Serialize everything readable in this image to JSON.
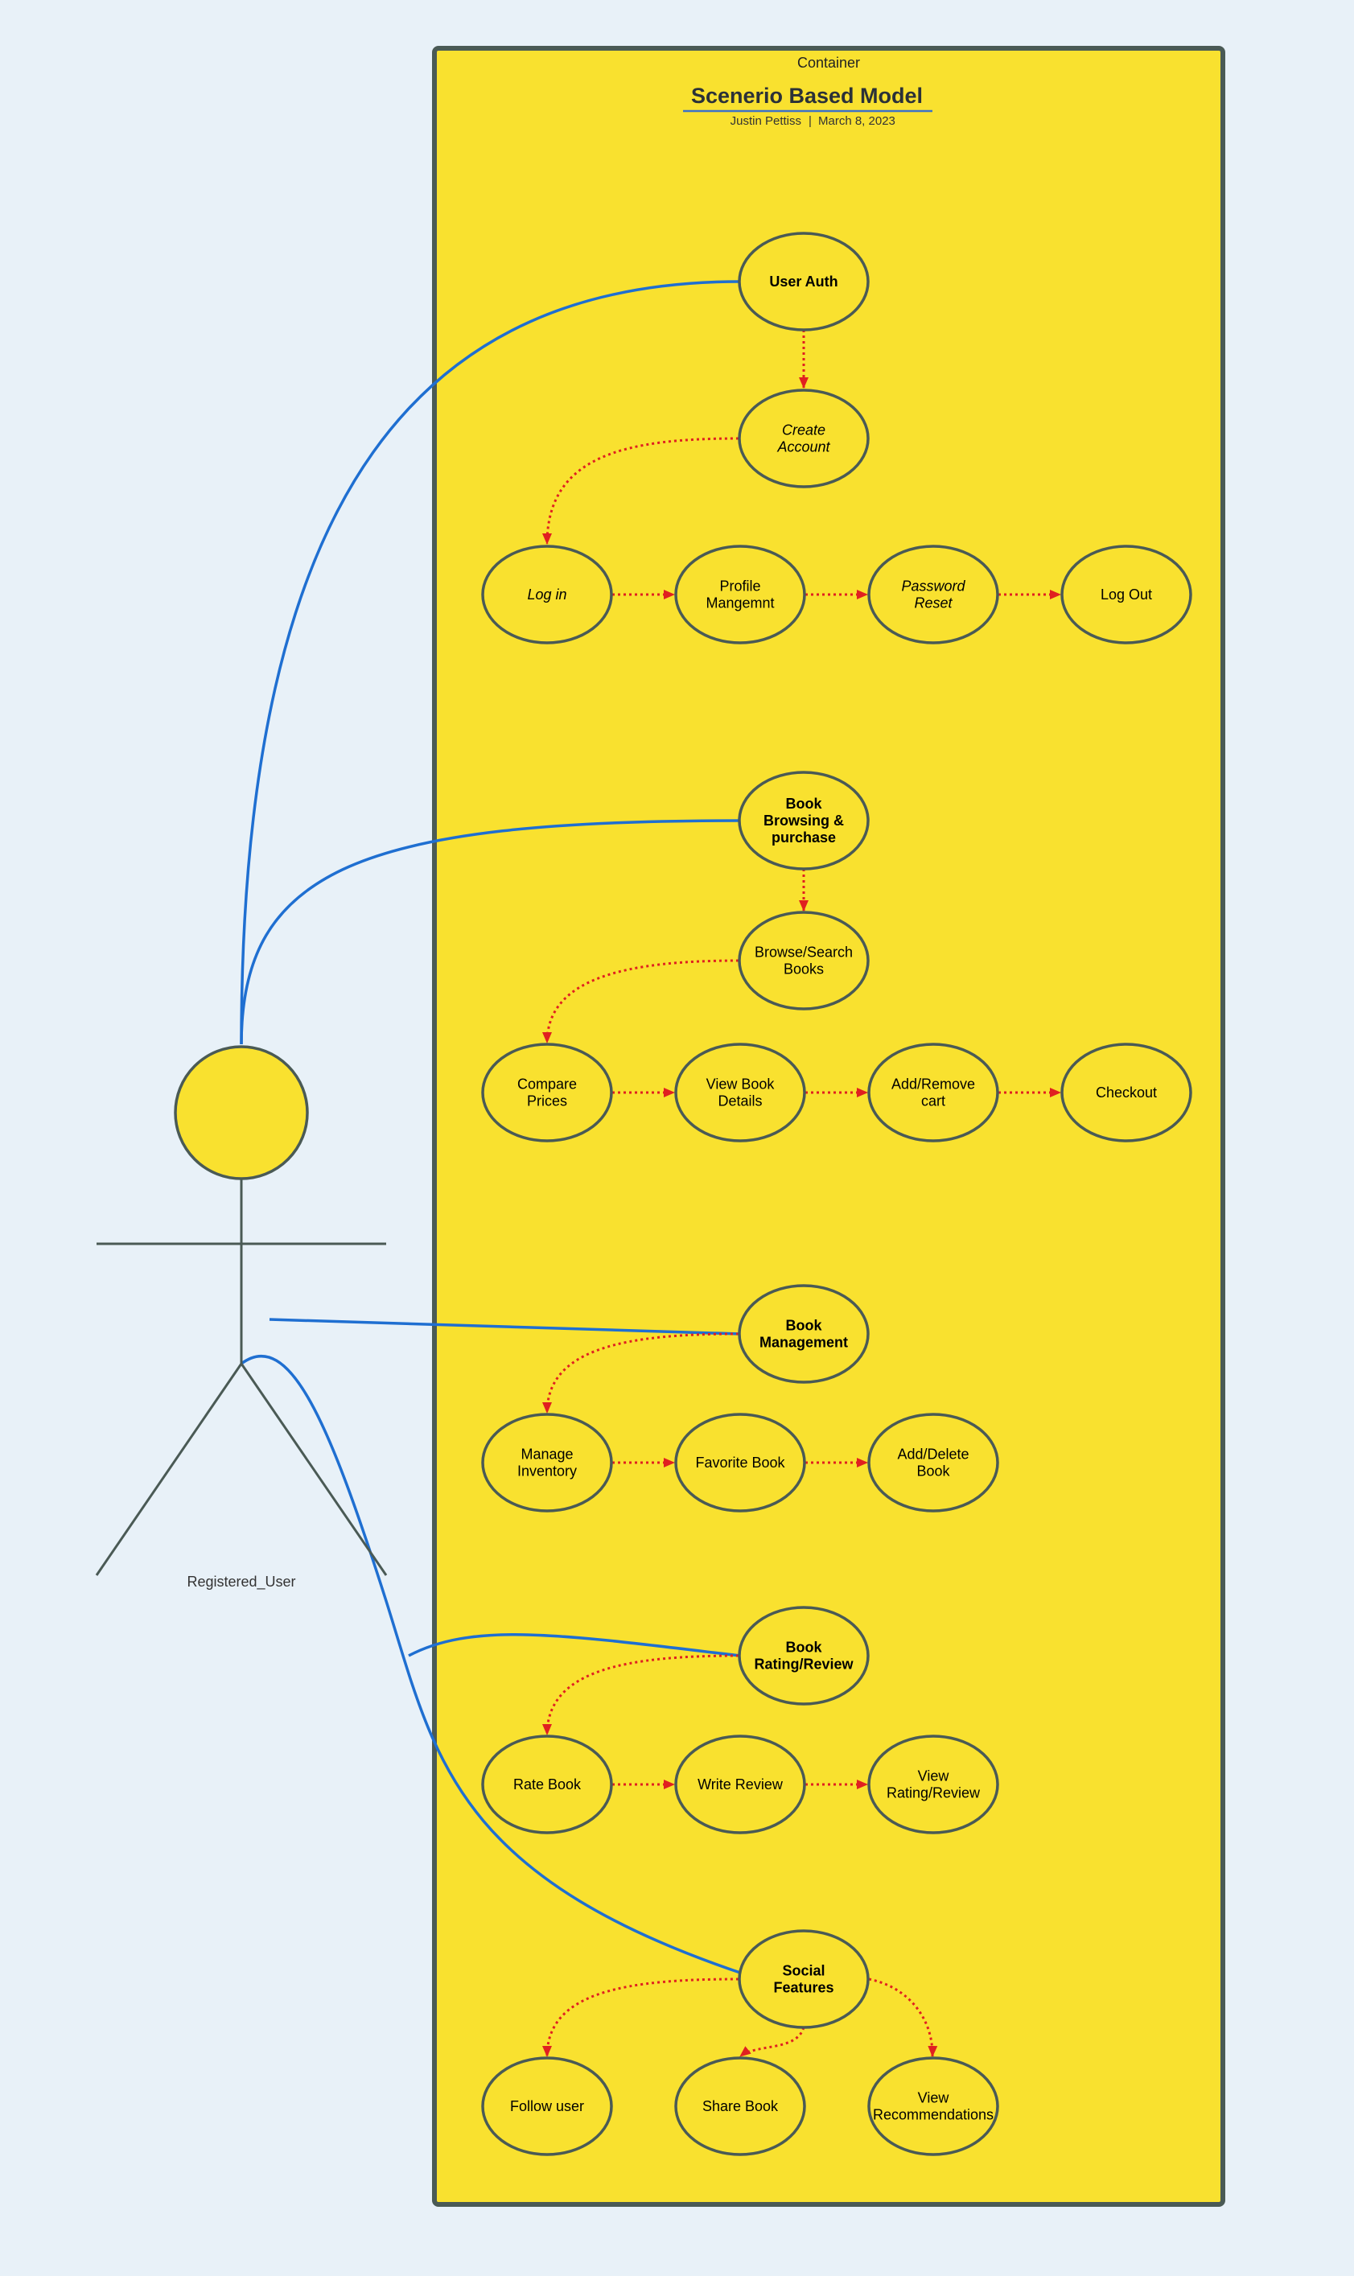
{
  "container": {
    "label": "Container",
    "title": "Scenerio Based Model",
    "author": "Justin Pettiss",
    "date": "March 8, 2023"
  },
  "actor": {
    "label": "Registered_User"
  },
  "colors": {
    "background": "#e8f1f8",
    "container_fill": "#f9e12f",
    "container_border": "#4a5a55",
    "association": "#1f6fd1",
    "include_arrow": "#e02020",
    "outline": "#4a5a55"
  },
  "use_cases": {
    "user_auth": {
      "lines": [
        "User Auth"
      ],
      "style": "bold"
    },
    "create_account": {
      "lines": [
        "Create",
        "Account"
      ],
      "style": "italic"
    },
    "log_in": {
      "lines": [
        "Log in"
      ],
      "style": "italic"
    },
    "profile": {
      "lines": [
        "Profile",
        "Mangemnt"
      ],
      "style": "normal"
    },
    "password_reset": {
      "lines": [
        "Password",
        "Reset"
      ],
      "style": "italic"
    },
    "log_out": {
      "lines": [
        "Log Out"
      ],
      "style": "normal"
    },
    "browsing": {
      "lines": [
        "Book",
        "Browsing &",
        "purchase"
      ],
      "style": "bold"
    },
    "browse_search": {
      "lines": [
        "Browse/Search",
        "Books"
      ],
      "style": "normal"
    },
    "compare": {
      "lines": [
        "Compare",
        "Prices"
      ],
      "style": "normal"
    },
    "view_details": {
      "lines": [
        "View Book",
        "Details"
      ],
      "style": "normal"
    },
    "add_remove_cart": {
      "lines": [
        "Add/Remove",
        "cart"
      ],
      "style": "normal"
    },
    "checkout": {
      "lines": [
        "Checkout"
      ],
      "style": "normal"
    },
    "management": {
      "lines": [
        "Book",
        "Management"
      ],
      "style": "bold"
    },
    "manage_inventory": {
      "lines": [
        "Manage",
        "Inventory"
      ],
      "style": "normal"
    },
    "favorite": {
      "lines": [
        "Favorite Book"
      ],
      "style": "normal"
    },
    "add_delete": {
      "lines": [
        "Add/Delete",
        "Book"
      ],
      "style": "normal"
    },
    "rating_review": {
      "lines": [
        "Book",
        "Rating/Review"
      ],
      "style": "bold"
    },
    "rate_book": {
      "lines": [
        "Rate Book"
      ],
      "style": "normal"
    },
    "write_review": {
      "lines": [
        "Write Review"
      ],
      "style": "normal"
    },
    "view_rating": {
      "lines": [
        "View",
        "Rating/Review"
      ],
      "style": "normal"
    },
    "social": {
      "lines": [
        "Social",
        "Features"
      ],
      "style": "bold"
    },
    "follow_user": {
      "lines": [
        "Follow user"
      ],
      "style": "normal"
    },
    "share_book": {
      "lines": [
        "Share Book"
      ],
      "style": "normal"
    },
    "view_recs": {
      "lines": [
        "View",
        "Recommendations"
      ],
      "style": "normal"
    }
  }
}
